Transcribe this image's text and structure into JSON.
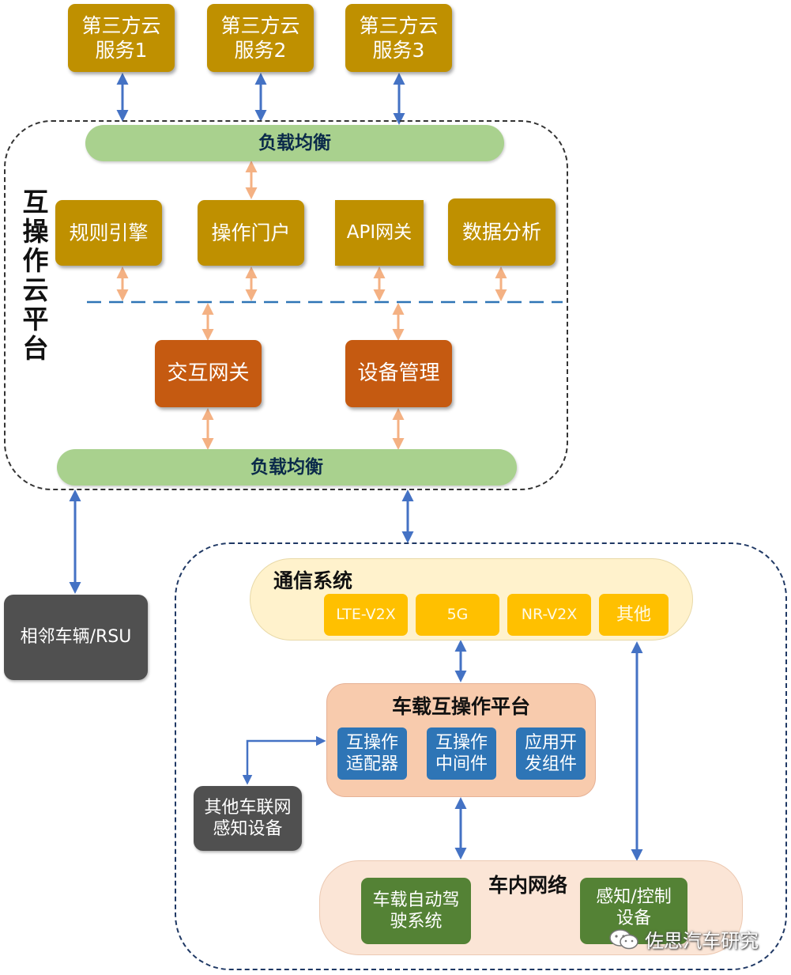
{
  "cloud_services": [
    "第三方云\n服务1",
    "第三方云\n服务2",
    "第三方云\n服务3"
  ],
  "cloud_platform": {
    "title": "互操作云平台",
    "load_balance_top": "负载均衡",
    "load_balance_bottom": "负载均衡",
    "modules": [
      "规则引擎",
      "操作门户",
      "API网关",
      "数据分析"
    ],
    "gateways": [
      "交互网关",
      "设备管理"
    ]
  },
  "neighbor": "相邻车辆/RSU",
  "comm": {
    "title": "通信系统",
    "items": [
      "LTE-V2X",
      "5G",
      "NR-V2X",
      "其他"
    ]
  },
  "vehicle_platform": {
    "title": "车载互操作平台",
    "items": [
      "互操作\n适配器",
      "互操作\n中间件",
      "应用开\n发组件"
    ]
  },
  "other_sensing": "其他车联网\n感知设备",
  "in_vehicle": {
    "title": "车内网络",
    "items": [
      "车载自动驾\n驶系统",
      "感知/控制\n设备"
    ]
  },
  "watermark": "佐思汽车研究",
  "colors": {
    "gold": "#bf9000",
    "orange": "#c55a11",
    "light_green": "#a9d18e",
    "blue_arrow": "#4472c4",
    "peach_arrow": "#f4b183"
  }
}
